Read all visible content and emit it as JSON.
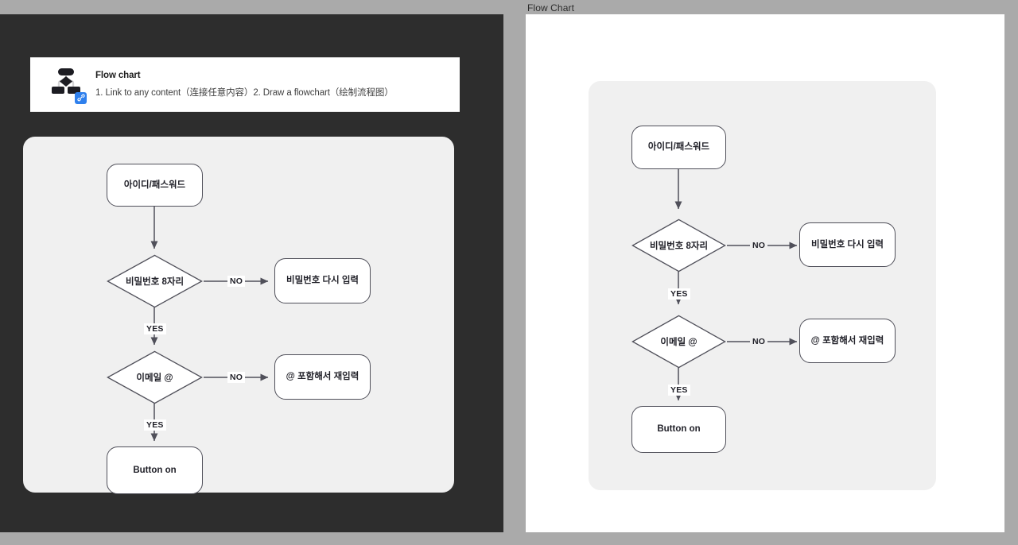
{
  "preview": {
    "label": "Flow Chart"
  },
  "block": {
    "icon": "flowchart-icon",
    "badge_icon": "link-badge-icon",
    "title": "Flow chart",
    "subtitle": "1. Link to any content（连接任意内容）2. Draw a flowchart（绘制流程图）"
  },
  "chart_data": {
    "type": "diagram",
    "title": "Flow Chart",
    "nodes": [
      {
        "id": "start",
        "shape": "rounded-rect",
        "label": "아이디/패스워드"
      },
      {
        "id": "pw_check",
        "shape": "diamond",
        "label": "비밀번호 8자리"
      },
      {
        "id": "pw_retry",
        "shape": "rounded-rect",
        "label": "비밀번호 다시 입력"
      },
      {
        "id": "email_check",
        "shape": "diamond",
        "label": "이메일 @"
      },
      {
        "id": "email_retry",
        "shape": "rounded-rect",
        "label": "@ 포함해서 재입력"
      },
      {
        "id": "button_on",
        "shape": "rounded-rect",
        "label": "Button on"
      }
    ],
    "edges": [
      {
        "from": "start",
        "to": "pw_check",
        "label": ""
      },
      {
        "from": "pw_check",
        "to": "pw_retry",
        "label": "NO"
      },
      {
        "from": "pw_check",
        "to": "email_check",
        "label": "YES"
      },
      {
        "from": "email_check",
        "to": "email_retry",
        "label": "NO"
      },
      {
        "from": "email_check",
        "to": "button_on",
        "label": "YES"
      }
    ],
    "colors": {
      "node_border": "#50505a",
      "node_fill": "#ffffff",
      "canvas": "#f0f0f0",
      "connector": "#50505a",
      "text": "#1f1f27",
      "editor_background": "#2d2d2d",
      "page_background": "#aaaaaa",
      "badge_accent": "#2f80ed"
    }
  }
}
